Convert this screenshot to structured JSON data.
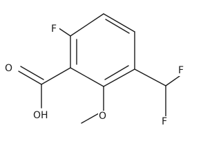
{
  "molecule": {
    "atoms": {
      "fluorine_ring": "F",
      "carbonyl_oxygen": "O",
      "hydroxyl": "OH",
      "methoxy_oxygen": "O",
      "fluorine_top": "F",
      "fluorine_bottom": "F"
    }
  }
}
